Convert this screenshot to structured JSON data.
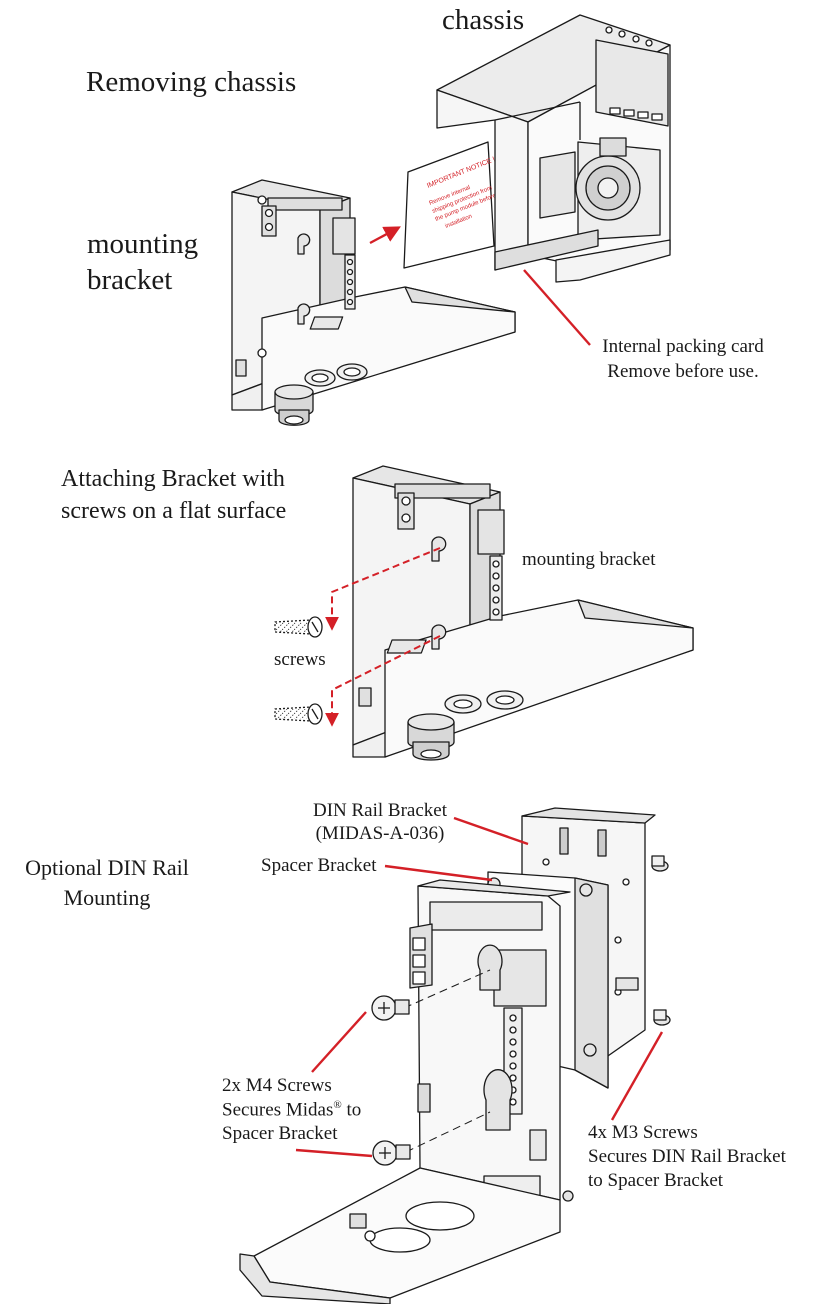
{
  "section1": {
    "title": "Removing chassis",
    "chassis_label": "chassis",
    "bracket_label_line1": "mounting",
    "bracket_label_line2": "bracket",
    "card_label_line1": "Internal packing card",
    "card_label_line2": "Remove before use.",
    "card_notice": "IMPORTANT NOTICE !",
    "card_text_1": "Remove internal",
    "card_text_2": "shipping protection from",
    "card_text_3": "the pump module before",
    "card_text_4": "installation"
  },
  "section2": {
    "title_line1": "Attaching Bracket with",
    "title_line2": "screws on a flat surface",
    "bracket_label": "mounting bracket",
    "screws_label": "screws"
  },
  "section3": {
    "title_line1": "Optional DIN Rail",
    "title_line2": "Mounting",
    "din_label_line1": "DIN Rail Bracket",
    "din_label_line2": "(MIDAS-A-036)",
    "spacer_label": "Spacer Bracket",
    "m4_line1": "2x M4 Screws",
    "m4_line2a": "Secures Midas",
    "m4_line2b": "®",
    "m4_line2c": " to",
    "m4_line3": "Spacer Bracket",
    "m3_line1": "4x M3 Screws",
    "m3_line2": "Secures DIN Rail Bracket",
    "m3_line3": "to Spacer Bracket"
  },
  "colors": {
    "callout": "#d42027",
    "line": "#1a1a1a",
    "fill_light": "#f2f2f2",
    "fill_mid": "#d9d9d9"
  }
}
